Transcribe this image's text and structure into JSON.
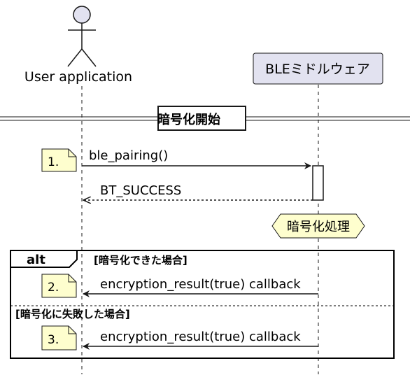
{
  "participants": {
    "user": {
      "label": "User application",
      "kind": "actor"
    },
    "ble": {
      "label": "BLEミドルウェア",
      "kind": "participant"
    }
  },
  "divider": {
    "label": "暗号化開始"
  },
  "messages": [
    {
      "label": "ble_pairing()",
      "from": "user",
      "to": "ble",
      "style": "solid"
    },
    {
      "label": "BT_SUCCESS",
      "from": "ble",
      "to": "user",
      "style": "dashed"
    },
    {
      "label": "encryption_result(true) callback",
      "from": "ble",
      "to": "user",
      "style": "solid"
    },
    {
      "label": "encryption_result(true) callback",
      "from": "ble",
      "to": "user",
      "style": "solid"
    }
  ],
  "notes": [
    "1.",
    "2.",
    "3."
  ],
  "hexagon": {
    "label": "暗号化処理"
  },
  "alt_block": {
    "keyword": "alt",
    "guard1": "[暗号化できた場合]",
    "guard2": "[暗号化に失敗した場合]"
  },
  "colors": {
    "participant_fill": "#e2e2f0",
    "participant_stroke": "#181818",
    "note_fill": "#fefece",
    "line": "#181818"
  }
}
